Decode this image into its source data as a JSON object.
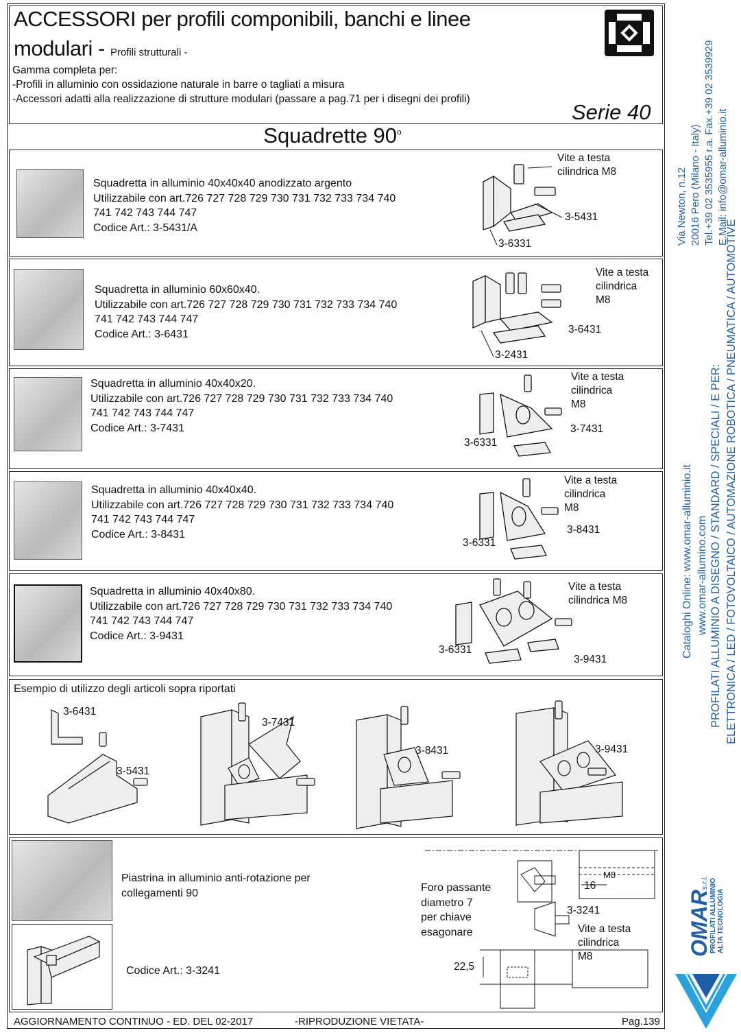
{
  "header": {
    "title_line1": "ACCESSORI per profili componibili, banchi e linee",
    "title_line2": "modulari - ",
    "title_small": "Profili strutturali -",
    "intro": [
      "Gamma completa per:",
      "-Profili in alluminio con ossidazione naturale in barre o tagliati a misura",
      "-Accessori adatti alla realizzazione di strutture modulari (passare a pag.71 per i disegni dei profili)"
    ],
    "serie": "Serie 40",
    "logo_icon": "profile-cross-section-icon"
  },
  "section_title": "Squadrette 90",
  "section_degree": "o",
  "products": [
    {
      "lines": [
        "Squadretta in alluminio 40x40x40 anodizzato argento",
        "Utilizzabile con art.726 727 728 729 730 731 732 733 734 740",
        "741 742 743 744 747",
        "Codice Art.: 3-5431/A"
      ],
      "labels": [
        "Vite a testa",
        "cilindrica M8",
        "3-5431",
        "3-6331"
      ]
    },
    {
      "lines": [
        "Squadretta in alluminio 60x60x40.",
        "Utilizzabile con art.726 727 728 729 730 731 732 733 734 740",
        "741 742 743 744 747",
        "Codice Art.: 3-6431"
      ],
      "labels": [
        "Vite a testa",
        "cilindrica",
        "M8",
        "3-6431",
        "3-2431"
      ]
    },
    {
      "lines": [
        "Squadretta in alluminio 40x40x20.",
        "Utilizzabile con art.726 727 728 729 730 731 732 733 734 740",
        "741 742 743 744 747",
        "Codice Art.: 3-7431"
      ],
      "labels": [
        "Vite a testa",
        "cilindrica",
        "M8",
        "3-7431",
        "3-6331"
      ]
    },
    {
      "lines": [
        "Squadretta in alluminio 40x40x40.",
        "Utilizzabile con art.726 727 728 729 730 731 732 733 734 740",
        "741 742 743 744 747",
        "Codice Art.: 3-8431"
      ],
      "labels": [
        "Vite a testa",
        "cilindrica",
        "M8",
        "3-8431",
        "3-6331"
      ]
    },
    {
      "lines": [
        "Squadretta in alluminio 40x40x80.",
        "Utilizzabile con art.726 727 728 729 730 731 732 733 734 740",
        "741 742 743 744 747",
        "Codice Art.: 3-9431"
      ],
      "labels": [
        "Vite a testa",
        "cilindrica M8",
        "3-6331",
        "3-9431"
      ]
    }
  ],
  "example": {
    "title": "Esempio di utilizzo degli articoli sopra riportati",
    "labels": [
      "3-6431",
      "3-5431",
      "3-7431",
      "3-8431",
      "3-9431"
    ]
  },
  "piastrina": {
    "desc": [
      "Piastrina in alluminio anti-rotazione per",
      "collegamenti 90"
    ],
    "code": "Codice Art.: 3-3241",
    "foro": [
      "Foro passante",
      "diametro 7",
      "per chiave",
      "esagonare"
    ],
    "labels": [
      "M8",
      "16",
      "3-3241",
      "Vite a testa",
      "cilindrica",
      "M8",
      "22,5"
    ]
  },
  "footer": {
    "left": "AGGIORNAMENTO CONTINUO - ED. DEL 02-2017",
    "center": "-RIPRODUZIONE VIETATA-",
    "right": "Pag.139"
  },
  "sidebar": {
    "address": [
      "Via Newton, n.12",
      "20016 Pero (Milano - Italy)",
      "Tel.+39 02 3535955 r.a. Fax.+39 02 3539929",
      "E.Mail: info@omar-alluminio.it"
    ],
    "online": [
      "Cataloghi Online: www.omar-alluminio.it",
      "www.omar-allumino.com"
    ],
    "tagline": [
      "PROFILATI ALLUMINIO A DISEGNO / STANDARD / SPECIALI / E PER:",
      "ELETTRONICA / LED / FOTOVOLTAICO / AUTOMAZIONE ROBOTICA / PNEUMATICA / AUTOMOTIVE"
    ],
    "brand": "OMAR",
    "brand_srl": "s.r.l.",
    "brand_sub": [
      "PROFILATI ALLUMINIO",
      "ALTA TECNOLOGIA"
    ],
    "accent": "#1f5fa8",
    "logo_blue": "#2aa3dc"
  }
}
